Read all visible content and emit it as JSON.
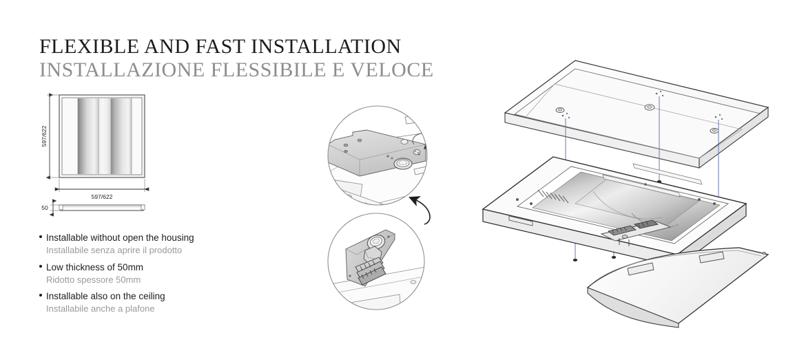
{
  "headings": {
    "title_en": "FLEXIBLE AND FAST INSTALLATION",
    "title_it": "INSTALLAZIONE FLESSIBILE E VELOCE"
  },
  "dimension_drawing": {
    "name": "recessed-led-panel-dimensions",
    "height_label": "597/622",
    "width_label": "597/622",
    "thickness_label": "50",
    "unit": "mm"
  },
  "features": [
    {
      "en": "Installable without open the housing",
      "it": "Installabile senza aprire il prodotto"
    },
    {
      "en": "Low thickness of 50mm",
      "it": "Ridotto spessore 50mm"
    },
    {
      "en": "Installable also on the ceiling",
      "it": "Installabile anche a plafone"
    }
  ],
  "callouts": [
    {
      "name": "gear-tray-detail"
    },
    {
      "name": "terminal-block-detail"
    }
  ],
  "exploded_view": {
    "name": "exploded-assembly-view",
    "parts": [
      "housing-top-cover",
      "reflector-body",
      "gear-tray",
      "diffuser-louver-panel"
    ]
  },
  "colors": {
    "title_en": "#1b1b1b",
    "title_it": "#8d8d8d",
    "bullet_en": "#1d1d1d",
    "bullet_it": "#9a9a9a",
    "line": "#555555",
    "assembly_line": "#6878a8",
    "background": "#ffffff"
  }
}
